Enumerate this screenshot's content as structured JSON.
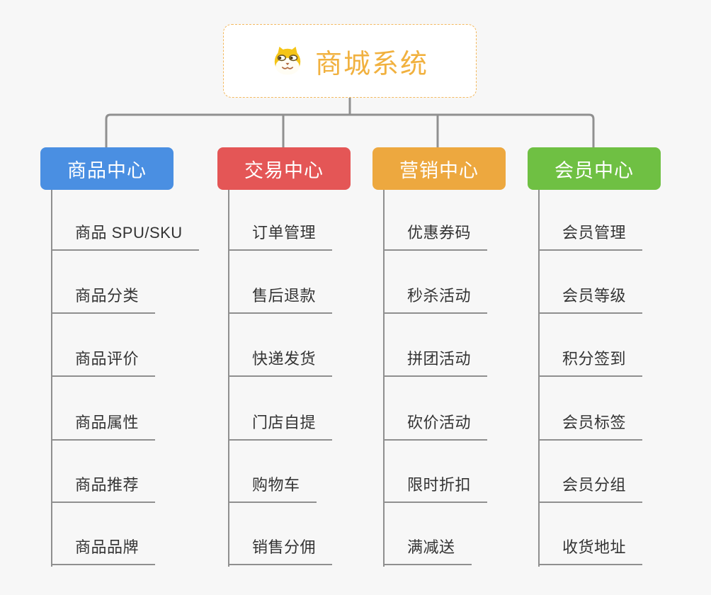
{
  "root": {
    "title": "商城系统",
    "icon": "shiba-dog-icon"
  },
  "branches": [
    {
      "label": "商品中心",
      "color": "#4a8fe2",
      "items": [
        "商品 SPU/SKU",
        "商品分类",
        "商品评价",
        "商品属性",
        "商品推荐",
        "商品品牌"
      ]
    },
    {
      "label": "交易中心",
      "color": "#e45656",
      "items": [
        "订单管理",
        "售后退款",
        "快递发货",
        "门店自提",
        "购物车",
        "销售分佣"
      ]
    },
    {
      "label": "营销中心",
      "color": "#eda83f",
      "items": [
        "优惠券码",
        "秒杀活动",
        "拼团活动",
        "砍价活动",
        "限时折扣",
        "满减送"
      ]
    },
    {
      "label": "会员中心",
      "color": "#6fc043",
      "items": [
        "会员管理",
        "会员等级",
        "积分签到",
        "会员标签",
        "会员分组",
        "收货地址"
      ]
    }
  ],
  "colors": {
    "background": "#f7f7f7",
    "connector": "#909090",
    "root_border": "#f3b95f",
    "root_text": "#f1b13f",
    "item_text": "#333333"
  }
}
